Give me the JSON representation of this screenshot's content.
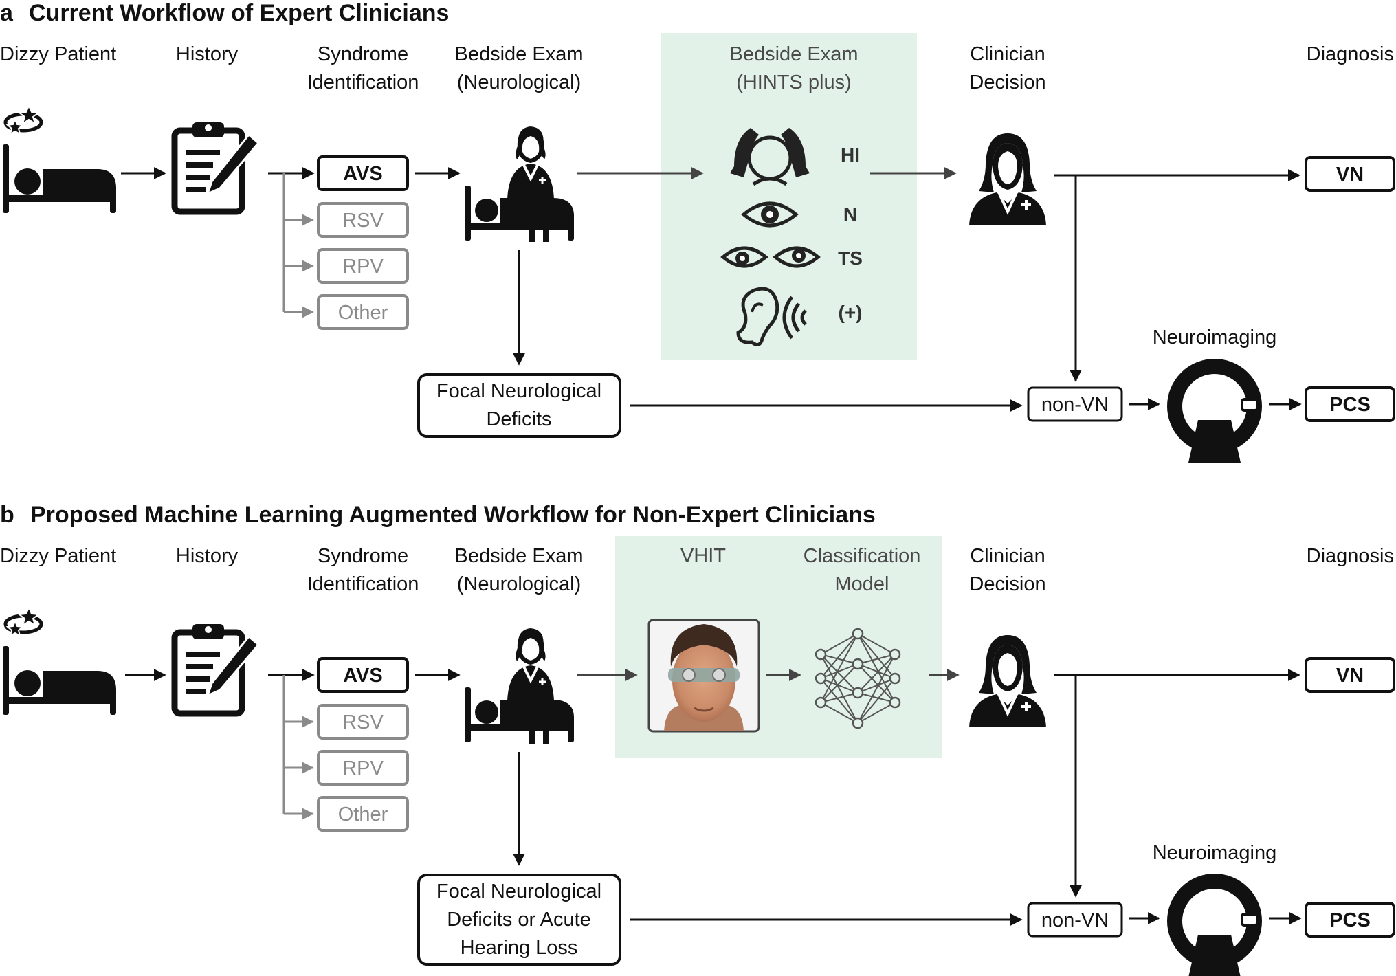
{
  "colors": {
    "ink": "#111111",
    "muted": "#8a8a8a",
    "highlight_bg": "#e2f2e8"
  },
  "panel_a": {
    "letter": "a",
    "title": "Current Workflow of Expert Clinicians",
    "steps": {
      "dizzy_patient": "Dizzy Patient",
      "history": "History",
      "syndrome_1": "Syndrome",
      "syndrome_2": "Identification",
      "bedside_1": "Bedside Exam",
      "bedside_2": "(Neurological)",
      "hints_1": "Bedside Exam",
      "hints_2": "(HINTS plus)",
      "clinician_1": "Clinician",
      "clinician_2": "Decision",
      "diagnosis": "Diagnosis",
      "neuroimaging": "Neuroimaging"
    },
    "syndromes": [
      "AVS",
      "RSV",
      "RPV",
      "Other"
    ],
    "hints_items": [
      "HI",
      "N",
      "TS",
      "(+)"
    ],
    "focal_1": "Focal Neurological",
    "focal_2": "Deficits",
    "non_vn": "non-VN",
    "vn": "VN",
    "pcs": "PCS"
  },
  "panel_b": {
    "letter": "b",
    "title": "Proposed Machine Learning Augmented Workflow for Non-Expert Clinicians",
    "steps": {
      "dizzy_patient": "Dizzy Patient",
      "history": "History",
      "syndrome_1": "Syndrome",
      "syndrome_2": "Identification",
      "bedside_1": "Bedside Exam",
      "bedside_2": "(Neurological)",
      "vhit": "VHIT",
      "model_1": "Classification",
      "model_2": "Model",
      "clinician_1": "Clinician",
      "clinician_2": "Decision",
      "diagnosis": "Diagnosis",
      "neuroimaging": "Neuroimaging"
    },
    "syndromes": [
      "AVS",
      "RSV",
      "RPV",
      "Other"
    ],
    "focal_1": "Focal Neurological",
    "focal_2": "Deficits or Acute",
    "focal_3": "Hearing Loss",
    "non_vn": "non-VN",
    "vn": "VN",
    "pcs": "PCS"
  }
}
